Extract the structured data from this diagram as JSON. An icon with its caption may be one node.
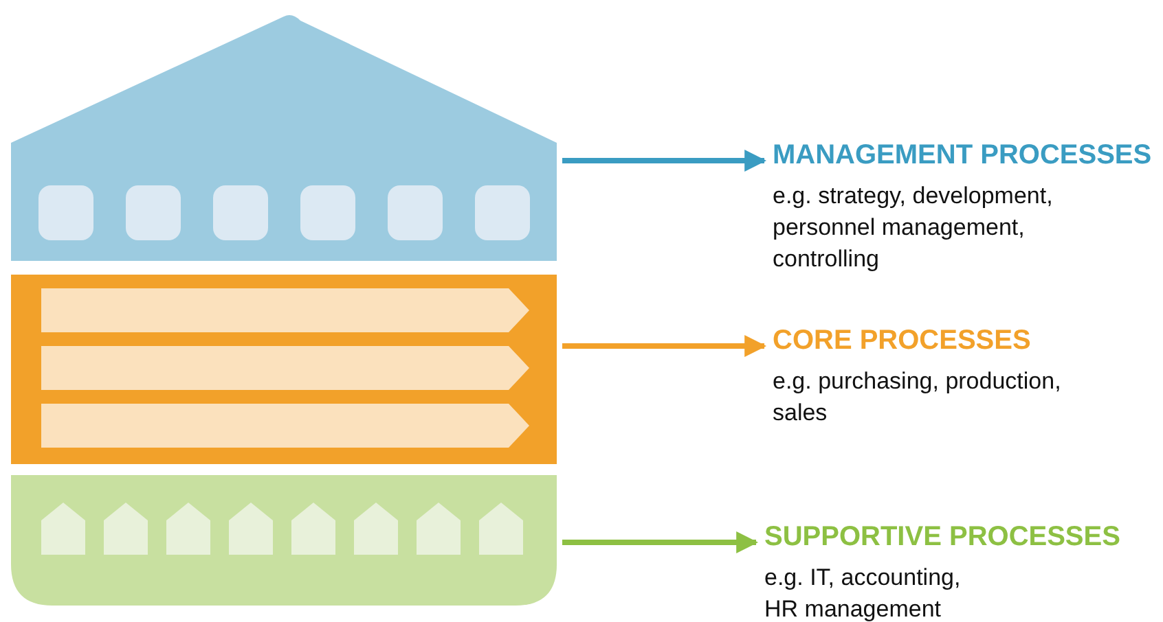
{
  "diagram": {
    "nodes": [
      {
        "text": [],
        "shape": "pentagon"
      },
      {
        "text": [],
        "shape": "box"
      },
      {
        "text": [],
        "shape": "box"
      },
      {
        "text": [
          "MANAGEMENT PROCESSES",
          "e.g. strategy, development, personnel management, controlling"
        ]
      },
      {
        "text": [
          "CORE PROCESSES",
          "e.g. purchasing, production, sales"
        ]
      },
      {
        "text": [
          "SUPPORTIVE PROCESSES",
          "e.g. IT, accounting, HR management"
        ]
      }
    ],
    "edges": [
      {
        "from": 0,
        "to": 3,
        "arrow": "to",
        "color": "#3a9cc2"
      },
      {
        "from": 1,
        "to": 4,
        "arrow": "to",
        "color": "#f2a12a"
      },
      {
        "from": 2,
        "to": 5,
        "arrow": "to",
        "color": "#8dc043"
      }
    ]
  }
}
